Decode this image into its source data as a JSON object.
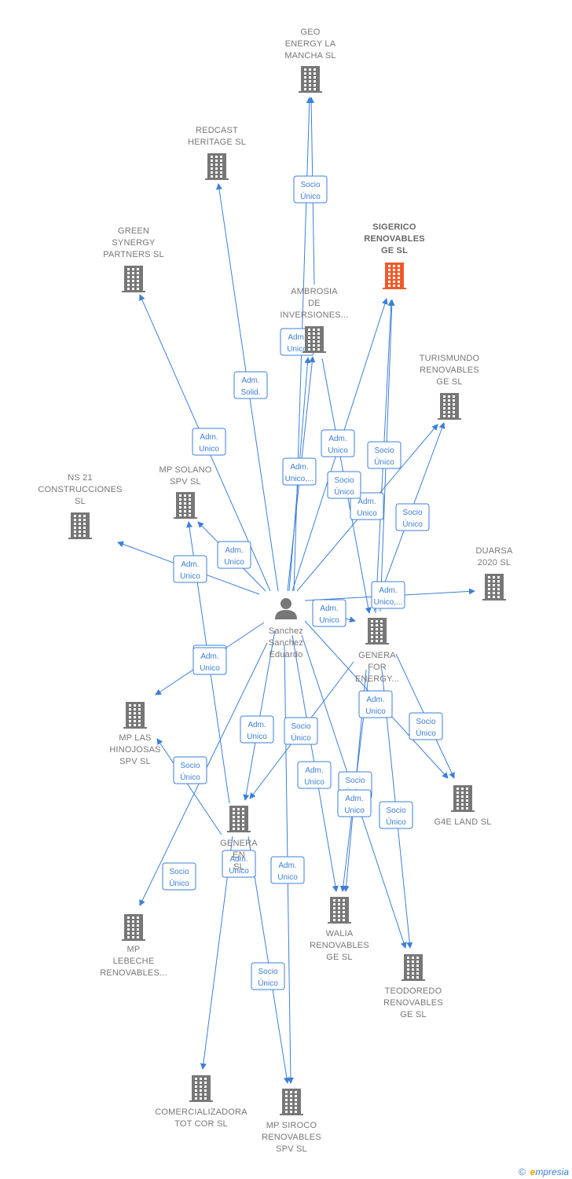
{
  "colors": {
    "edge": "#3d7fd6",
    "building": "#777777",
    "highlight": "#f05a2a",
    "person": "#777777"
  },
  "nodes": [
    {
      "id": "person",
      "kind": "person",
      "label": [
        "Sanchez",
        "Sanchez",
        "Eduardo"
      ]
    },
    {
      "id": "geo",
      "kind": "company",
      "label": [
        "GEO",
        "ENERGY LA",
        "MANCHA  SL"
      ]
    },
    {
      "id": "redcast",
      "kind": "company",
      "label": [
        "REDCAST",
        "HERITAGE  SL"
      ]
    },
    {
      "id": "green",
      "kind": "company",
      "label": [
        "GREEN",
        "SYNERGY",
        "PARTNERS  SL"
      ]
    },
    {
      "id": "sigerico",
      "kind": "company",
      "highlight": true,
      "label": [
        "SIGERICO",
        "RENOVABLES",
        "GE  SL"
      ]
    },
    {
      "id": "ambrosia",
      "kind": "company",
      "label": [
        "AMBROSIA",
        "DE",
        "INVERSIONES..."
      ]
    },
    {
      "id": "turismundo",
      "kind": "company",
      "label": [
        "TURISMUNDO",
        "RENOVABLES",
        "GE  SL"
      ]
    },
    {
      "id": "ns21",
      "kind": "company",
      "label": [
        "NS 21",
        "CONSTRUCCIONES",
        "SL"
      ]
    },
    {
      "id": "mpsolano",
      "kind": "company",
      "label": [
        "MP SOLANO",
        "SPV  SL"
      ]
    },
    {
      "id": "duarsa",
      "kind": "company",
      "label": [
        "DUARSA",
        "2020  SL"
      ]
    },
    {
      "id": "generafor",
      "kind": "company",
      "label": [
        "GENERA",
        "FOR",
        "ENERGY..."
      ]
    },
    {
      "id": "hinojosas",
      "kind": "company",
      "label": [
        "MP LAS",
        "HINOJOSAS",
        "SPV  SL"
      ]
    },
    {
      "id": "g4e",
      "kind": "company",
      "label": [
        "G4E LAND  SL"
      ]
    },
    {
      "id": "generaen",
      "kind": "company",
      "label": [
        "GENERA",
        "EN",
        "SL"
      ]
    },
    {
      "id": "walia",
      "kind": "company",
      "label": [
        "WALIA",
        "RENOVABLES",
        "GE  SL"
      ]
    },
    {
      "id": "lebeche",
      "kind": "company",
      "label": [
        "MP",
        "LEBECHE",
        "RENOVABLES..."
      ]
    },
    {
      "id": "teodoredo",
      "kind": "company",
      "label": [
        "TEODOREDO",
        "RENOVABLES",
        "GE  SL"
      ]
    },
    {
      "id": "comercializadora",
      "kind": "company",
      "label": [
        "COMERCIALIZADORA",
        "TOT COR  SL"
      ]
    },
    {
      "id": "siroco",
      "kind": "company",
      "label": [
        "MP SIROCO",
        "RENOVABLES",
        "SPV  SL"
      ]
    }
  ],
  "relations": [
    {
      "from": "person",
      "to": "geo",
      "label": [
        "Socio",
        "Único"
      ]
    },
    {
      "from": "person",
      "to": "redcast",
      "label": [
        "Adm.",
        "Solid."
      ]
    },
    {
      "from": "person",
      "to": "green",
      "label": [
        "Adm.",
        "Unico"
      ]
    },
    {
      "from": "person",
      "to": "ambrosia",
      "label": [
        "Adm.",
        "Unico"
      ]
    },
    {
      "from": "person",
      "to": "sigerico",
      "label": [
        "Adm.",
        "Unico"
      ]
    },
    {
      "from": "person",
      "to": "ambrosia",
      "label": [
        "Adm.",
        "Unico,..."
      ]
    },
    {
      "from": "person",
      "to": "sigerico",
      "label": [
        "Socio",
        "Único"
      ]
    },
    {
      "from": "person",
      "to": "turismundo",
      "label": [
        "Adm.",
        "Unico"
      ]
    },
    {
      "from": "person",
      "to": "turismundo",
      "label": [
        "Socio",
        "Único"
      ]
    },
    {
      "from": "person",
      "to": "mpsolano",
      "label": [
        "Adm.",
        "Unico"
      ]
    },
    {
      "from": "person",
      "to": "ns21",
      "label": [
        "Adm.",
        "Unico"
      ]
    },
    {
      "from": "person",
      "to": "duarsa",
      "label": [
        "Adm.",
        "Unico,..."
      ]
    },
    {
      "from": "person",
      "to": "generafor",
      "label": [
        "Adm.",
        "Unico"
      ]
    },
    {
      "from": "person",
      "to": "hinojosas",
      "label": [
        "Adm.",
        "Unico"
      ]
    },
    {
      "from": "person",
      "to": "generaen",
      "label": [
        "Adm.",
        "Unico"
      ]
    },
    {
      "from": "person",
      "to": "g4e",
      "label": [
        "Adm.",
        "Unico"
      ]
    },
    {
      "from": "person",
      "to": "walia",
      "label": [
        "Adm.",
        "Unico"
      ]
    },
    {
      "from": "person",
      "to": "teodoredo",
      "label": [
        "Socio",
        "Único"
      ]
    },
    {
      "from": "person",
      "to": "siroco",
      "label": [
        "Adm.",
        "Unico"
      ]
    },
    {
      "from": "person",
      "to": "lebeche",
      "label": [
        "Socio",
        "Único"
      ]
    },
    {
      "from": "generafor",
      "to": "g4e",
      "label": [
        "Socio",
        "Único"
      ]
    },
    {
      "from": "generafor",
      "to": "generaen",
      "label": [
        "Socio",
        "Único"
      ]
    },
    {
      "from": "generafor",
      "to": "walia",
      "label": [
        "Socio",
        "Único"
      ]
    },
    {
      "from": "generafor",
      "to": "teodoredo",
      "label": [
        "Socio",
        "Único"
      ]
    },
    {
      "from": "generaen",
      "to": "mpsolano",
      "label": [
        "Adm.",
        "Unico"
      ]
    },
    {
      "from": "generaen",
      "to": "hinojosas",
      "label": [
        "Socio",
        "Único"
      ]
    },
    {
      "from": "generaen",
      "to": "comercializadora",
      "label": [
        "Adm.",
        "Unico"
      ]
    },
    {
      "from": "generaen",
      "to": "siroco",
      "label": [
        "Socio",
        "Único"
      ]
    },
    {
      "from": "ambrosia",
      "to": "geo",
      "label": []
    },
    {
      "from": "ambrosia",
      "to": "generafor",
      "label": [
        "Socio",
        "Único"
      ]
    },
    {
      "from": "generafor",
      "to": "sigerico",
      "label": [
        "Adm.",
        "Unico"
      ]
    },
    {
      "from": "generafor",
      "to": "walia",
      "label": [
        "Adm.",
        "Unico"
      ]
    }
  ],
  "brand": {
    "copyright": "©",
    "name": "mpresia",
    "initial": "e"
  }
}
